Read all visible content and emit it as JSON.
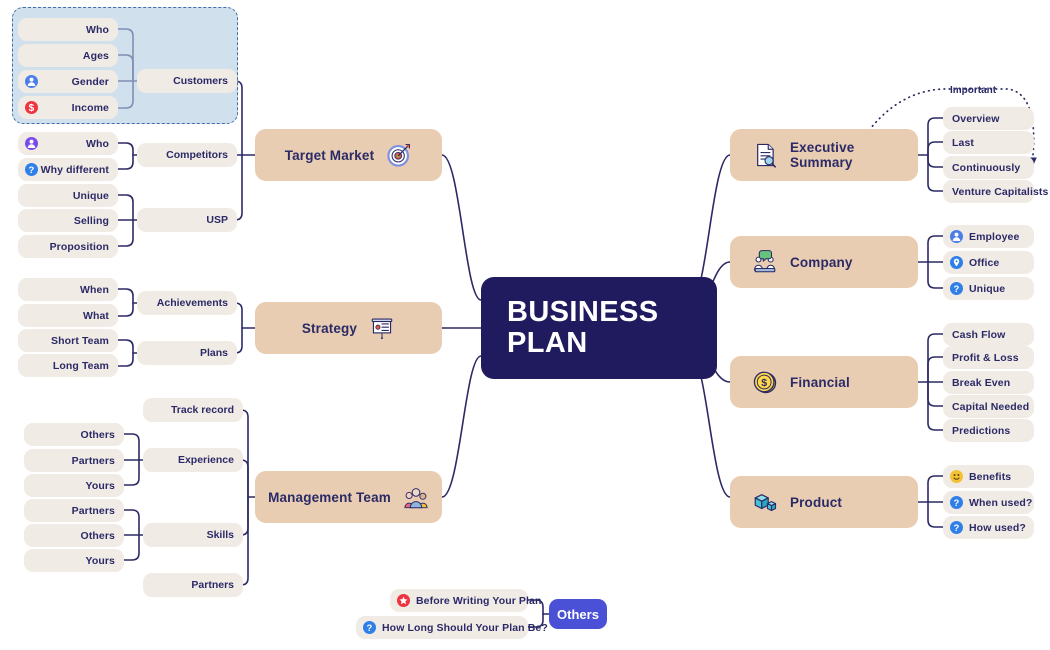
{
  "center": {
    "line1": "BUSINESS",
    "line2": "PLAN",
    "color": "#201b5e"
  },
  "palette": {
    "branch_fill": "#e8cdb2",
    "leaf_fill": "#f1ebe6",
    "line": "#2b2a66",
    "selection_fill": "#b4cde2",
    "selection_border": "#3f6fad",
    "others_fill": "#4a51d6"
  },
  "branches": {
    "target_market": {
      "label": "Target Market",
      "icon": "target-dartboard-icon",
      "children": [
        {
          "label": "Customers",
          "children": [
            {
              "label": "Who",
              "icon": null
            },
            {
              "label": "Ages",
              "icon": null
            },
            {
              "label": "Gender",
              "icon": "person-blue-icon"
            },
            {
              "label": "Income",
              "icon": "dollar-red-icon"
            }
          ]
        },
        {
          "label": "Competitors",
          "children": [
            {
              "label": "Who",
              "icon": "person-purple-icon"
            },
            {
              "label": "Why different",
              "icon": "question-blue-icon"
            }
          ]
        },
        {
          "label": "USP",
          "children": [
            {
              "label": "Unique",
              "icon": null
            },
            {
              "label": "Selling",
              "icon": null
            },
            {
              "label": "Proposition",
              "icon": null
            }
          ]
        }
      ]
    },
    "strategy": {
      "label": "Strategy",
      "icon": "presentation-board-icon",
      "children": [
        {
          "label": "Achievements",
          "children": [
            {
              "label": "When",
              "icon": null
            },
            {
              "label": "What",
              "icon": null
            }
          ]
        },
        {
          "label": "Plans",
          "children": [
            {
              "label": "Short Team",
              "icon": null
            },
            {
              "label": "Long Team",
              "icon": null
            }
          ]
        }
      ]
    },
    "management_team": {
      "label": "Management Team",
      "icon": "people-group-icon",
      "children": [
        {
          "label": "Track record",
          "children": []
        },
        {
          "label": "Experience",
          "children": [
            {
              "label": "Others",
              "icon": null
            },
            {
              "label": "Partners",
              "icon": null
            },
            {
              "label": "Yours",
              "icon": null
            }
          ]
        },
        {
          "label": "Skills",
          "children": [
            {
              "label": "Partners",
              "icon": null
            },
            {
              "label": "Others",
              "icon": null
            },
            {
              "label": "Yours",
              "icon": null
            }
          ]
        },
        {
          "label": "Partners",
          "children": []
        }
      ]
    },
    "executive_summary": {
      "label": "Executive Summary",
      "icon": "document-search-icon",
      "annotation": "Important",
      "children": [
        {
          "label": "Overview",
          "icon": null
        },
        {
          "label": "Last",
          "icon": null
        },
        {
          "label": "Continuously",
          "icon": null
        },
        {
          "label": "Venture Capitalists",
          "icon": null
        }
      ]
    },
    "company": {
      "label": "Company",
      "icon": "people-chat-icon",
      "children": [
        {
          "label": "Employee",
          "icon": "person-blue-icon"
        },
        {
          "label": "Office",
          "icon": "location-blue-icon"
        },
        {
          "label": "Unique",
          "icon": "question-blue-icon"
        }
      ]
    },
    "financial": {
      "label": "Financial",
      "icon": "coin-dollar-icon",
      "children": [
        {
          "label": "Cash Flow",
          "icon": null
        },
        {
          "label": "Profit & Loss",
          "icon": null
        },
        {
          "label": "Break Even",
          "icon": null
        },
        {
          "label": "Capital Needed",
          "icon": null
        },
        {
          "label": "Predictions",
          "icon": null
        }
      ]
    },
    "product": {
      "label": "Product",
      "icon": "boxes-icon",
      "children": [
        {
          "label": "Benefits",
          "icon": "smiley-yellow-icon"
        },
        {
          "label": "When used?",
          "icon": "question-blue-icon"
        },
        {
          "label": "How used?",
          "icon": "question-blue-icon"
        }
      ]
    },
    "others": {
      "label": "Others",
      "children": [
        {
          "label": "Before Writing Your Plan",
          "icon": "star-red-icon"
        },
        {
          "label": "How Long Should Your Plan Be?",
          "icon": "question-blue-icon"
        }
      ]
    }
  }
}
